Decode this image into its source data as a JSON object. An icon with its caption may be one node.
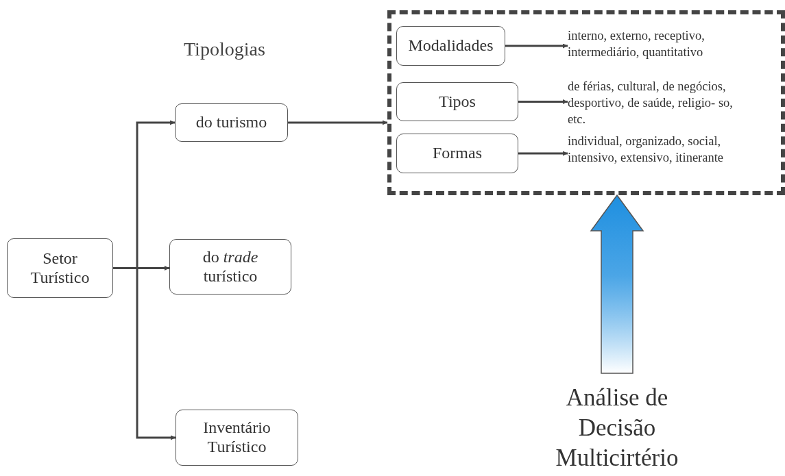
{
  "diagram": {
    "nodes": [
      {
        "text": [
          "Setor Turístico"
        ]
      },
      {
        "text": [
          "do turismo"
        ]
      },
      {
        "text": [
          "do *trade* turístico"
        ]
      },
      {
        "text": [
          "Inventário Turístico"
        ]
      },
      {
        "text": [],
        "shape": "box"
      },
      {
        "text": [
          "Modalidades"
        ],
        "in": 4
      },
      {
        "text": [
          "Tipos"
        ],
        "in": 4
      },
      {
        "text": [
          "Formas"
        ],
        "in": 4
      },
      {
        "text": [
          "interno, externo, receptivo, intermediário, quantitativo"
        ],
        "in": 4
      },
      {
        "text": [
          "de férias, cultural, de negócios, desportivo,  de saúde, religio- so, etc."
        ],
        "in": 4
      },
      {
        "text": [
          "individual, organizado, social, intensivo, extensivo, itinerante"
        ],
        "in": 4
      },
      {
        "text": [
          "Análise de Decisão Multicirtério"
        ]
      }
    ],
    "edges": [
      {
        "from": 0,
        "to": 1,
        "arrow": "to"
      },
      {
        "from": 0,
        "to": 2,
        "arrow": "to"
      },
      {
        "from": 0,
        "to": 3,
        "arrow": "to"
      },
      {
        "from": 1,
        "to": 4,
        "arrow": "to"
      },
      {
        "from": 5,
        "to": 8,
        "arrow": "to"
      },
      {
        "from": 6,
        "to": 9,
        "arrow": "to"
      },
      {
        "from": 7,
        "to": 10,
        "arrow": "to"
      },
      {
        "from": 11,
        "to": 4,
        "arrow": "to",
        "style": "thick",
        "color": "#1e8fe0"
      }
    ],
    "labels": [
      "Tipologias"
    ]
  }
}
